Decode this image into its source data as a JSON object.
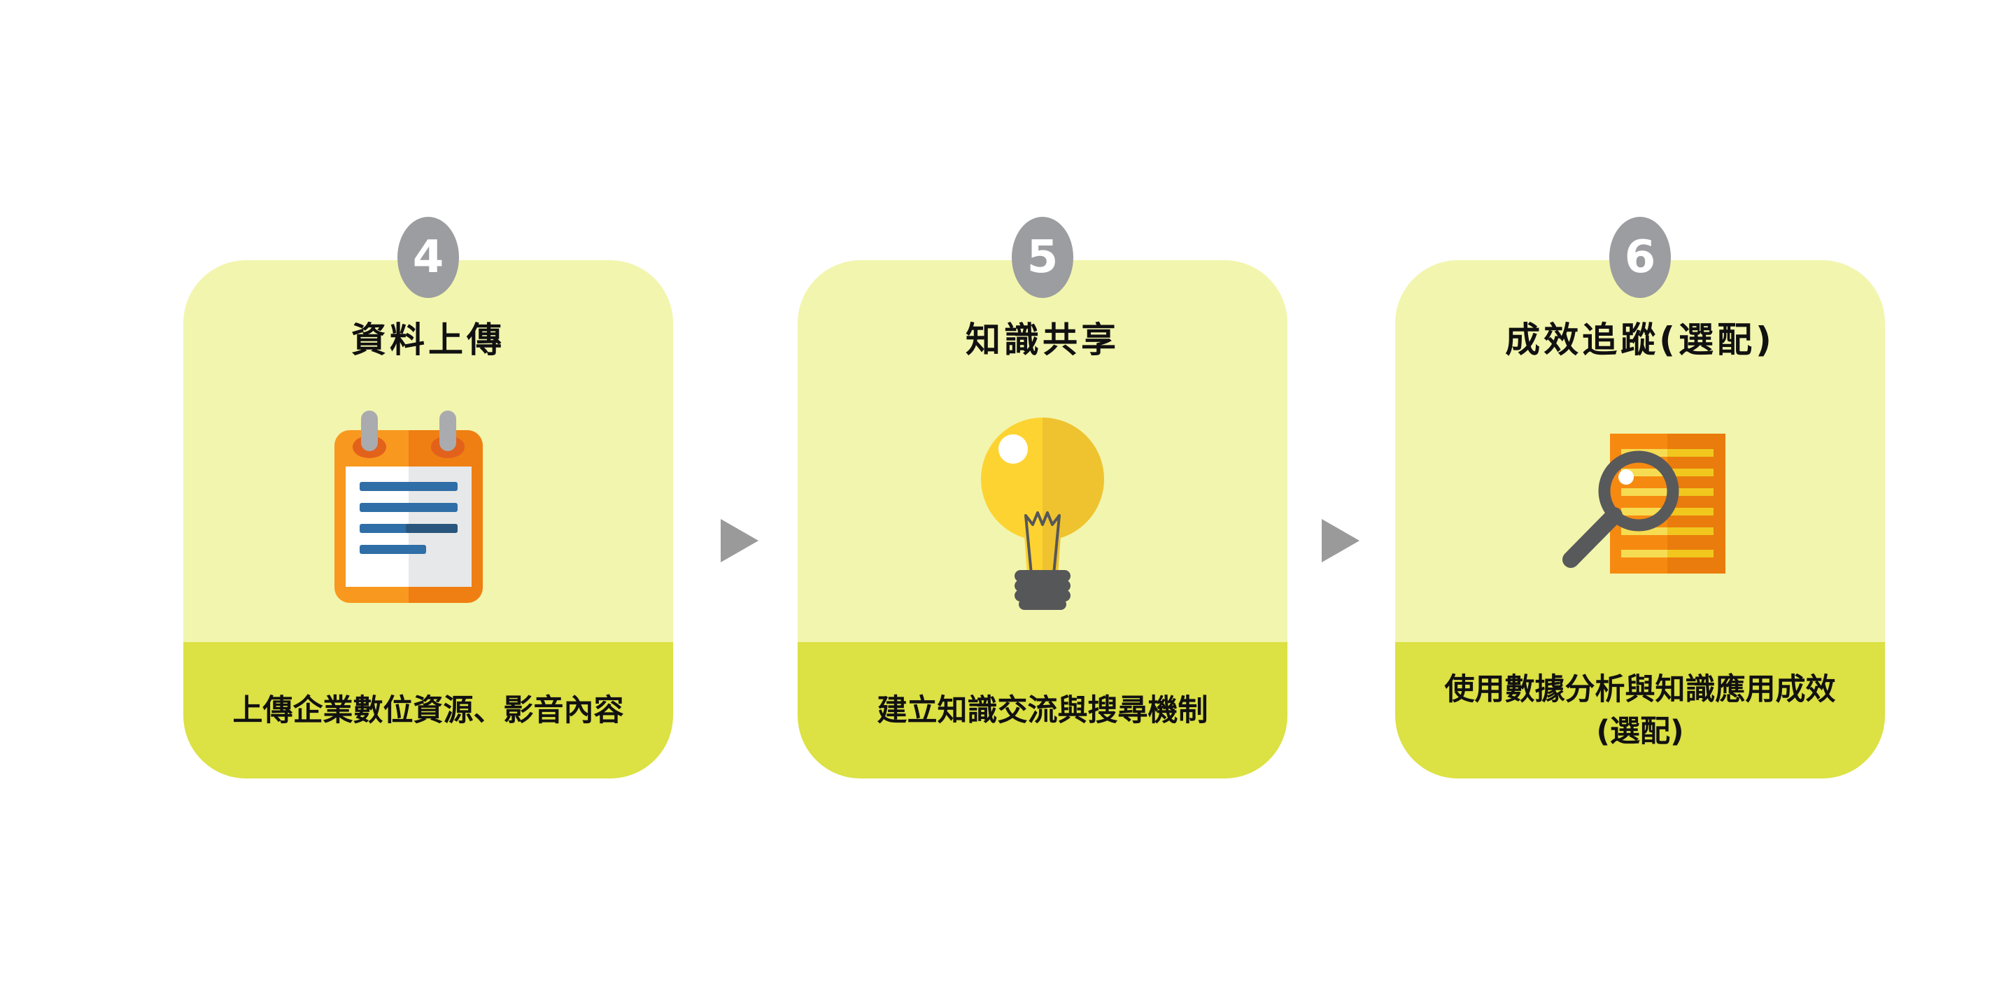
{
  "diagram": {
    "background": "#ffffff",
    "colors": {
      "card_light": "#f2f5ad",
      "card_band": "#dce144",
      "badge_gray": "#9c9da0",
      "arrow_gray": "#9a9a9a",
      "title_text": "#111111",
      "desc_text": "#111111"
    },
    "steps": [
      {
        "number": "4",
        "title": "資料上傳",
        "description_lines": [
          "上傳企業數位資源、影音內容"
        ],
        "icon": "notepad-icon",
        "icon_colors": {
          "frame_light": "#f8981f",
          "frame_dark": "#ef7f12",
          "ring_shadow": "#e2611b",
          "rings": "#a9abae",
          "paper": "#ffffff",
          "paper_shade": "#e7e8e9",
          "text_lines": "#2f6ea6",
          "text_lines_dark": "#2a567d"
        }
      },
      {
        "number": "5",
        "title": "知識共享",
        "description_lines": [
          "建立知識交流與搜尋機制"
        ],
        "icon": "lightbulb-icon",
        "icon_colors": {
          "bulb_light": "#fdd331",
          "bulb_dark": "#eec32f",
          "highlight": "#ffffff",
          "base_and_filament": "#565759"
        }
      },
      {
        "number": "6",
        "title": "成效追蹤(選配)",
        "description_lines": [
          "使用數據分析與知識應用成效",
          "(選配)"
        ],
        "icon": "magnifier-document-icon",
        "icon_colors": {
          "doc_light": "#f68a10",
          "doc_dark": "#e97c0c",
          "line_light": "#f6dc52",
          "line_gold": "#f1c71e",
          "glass": "#58595b",
          "highlight": "#ffffff"
        }
      }
    ],
    "arrows": [
      {
        "icon": "arrow-right-icon"
      },
      {
        "icon": "arrow-right-icon"
      }
    ]
  }
}
